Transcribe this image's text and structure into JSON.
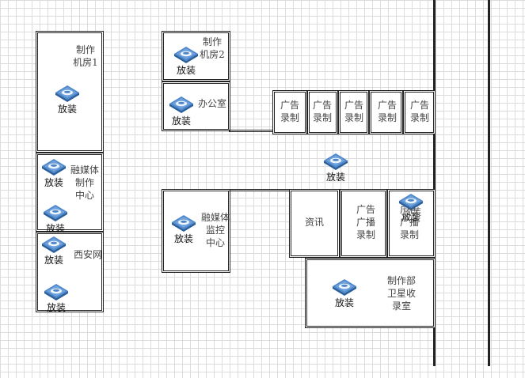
{
  "rooms": {
    "zhizuo1": [
      "制作",
      "机房1"
    ],
    "zhizuo2": [
      "制作",
      "机房2"
    ],
    "office": [
      "办公室"
    ],
    "rongmeiti_zhizuo": [
      "融媒体",
      "制作",
      "中心"
    ],
    "xian": [
      "西安网"
    ],
    "jiankong": [
      "融媒体",
      "监控",
      "中心"
    ],
    "zixun": [
      "资讯"
    ],
    "guangbo1": [
      "广告",
      "广播",
      "录制"
    ],
    "guangbo2": [
      "广告",
      "广播",
      "录制"
    ],
    "weixing": [
      "制作部",
      "卫星收",
      "录室"
    ],
    "guanggao": [
      [
        "广告",
        "录制"
      ],
      [
        "广告",
        "录制"
      ],
      [
        "广告",
        "录制"
      ],
      [
        "广告",
        "录制"
      ],
      [
        "广告",
        "录制"
      ]
    ]
  },
  "device_caption": "放装",
  "extra_label": "放装",
  "colors": {
    "wall": "#222222",
    "grid": "#dcdcdc",
    "device_top": "#4f86c9",
    "device_side": "#2a5f9e"
  },
  "icons": {
    "device": "access-point-icon"
  }
}
